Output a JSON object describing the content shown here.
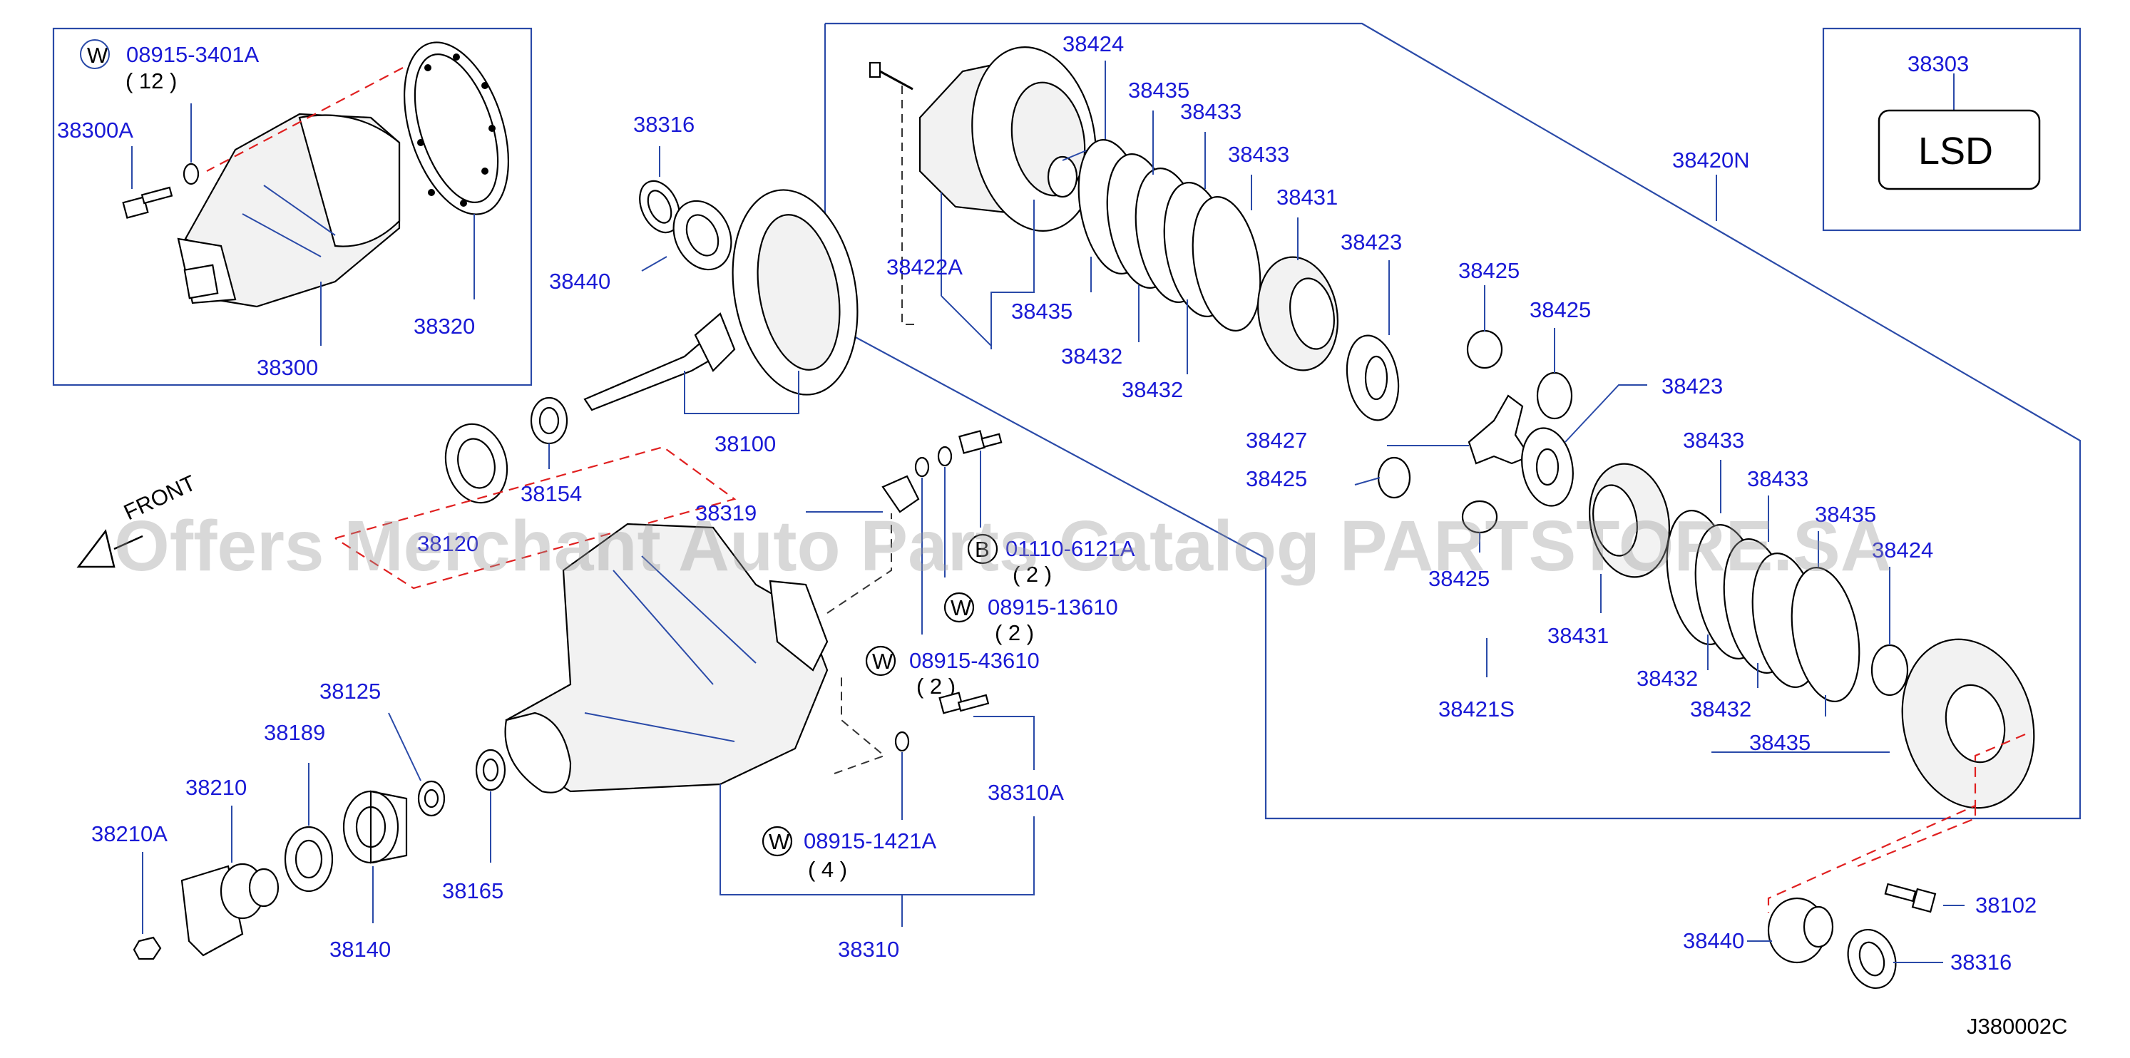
{
  "labels": {
    "p38300A": "38300A",
    "w1": "08915-3401A",
    "q1": "( 12 )",
    "p38320": "38320",
    "p38300": "38300",
    "p38316a": "38316",
    "p38440a": "38440",
    "p38100": "38100",
    "p38154": "38154",
    "p38120": "38120",
    "p38424a": "38424",
    "p38422A": "38422A",
    "p38435a": "38435",
    "p38433a": "38433",
    "p38433b": "38433",
    "p38435b": "38435",
    "p38432a": "38432",
    "p38432b": "38432",
    "p38431a": "38431",
    "p38423a": "38423",
    "p38425a": "38425",
    "p38425b": "38425",
    "p38427": "38427",
    "p38425c": "38425",
    "p38425d": "38425",
    "p38423b": "38423",
    "p38433c": "38433",
    "p38433d": "38433",
    "p38435c": "38435",
    "p38424b": "38424",
    "p38431b": "38431",
    "p38432c": "38432",
    "p38432d": "38432",
    "p38435d": "38435",
    "p38421S": "38421S",
    "p38420N": "38420N",
    "p38303": "38303",
    "lsd": "LSD",
    "p38319": "38319",
    "b1": "01110-6121A",
    "q2": "( 2 )",
    "w2": "08915-13610",
    "q3": "( 2 )",
    "w3": "08915-43610",
    "q4": "( 2 )",
    "p38125": "38125",
    "p38189": "38189",
    "p38210": "38210",
    "p38210A": "38210A",
    "p38140": "38140",
    "p38165": "38165",
    "p38310A": "38310A",
    "w4": "08915-1421A",
    "q5": "( 4 )",
    "p38310": "38310",
    "p38440b": "38440",
    "p38102": "38102",
    "p38316b": "38316",
    "code": "J380002C",
    "front": "FRONT",
    "watermark": "Offers Merchant Auto Parts Catalog PARTSTORE.SA",
    "W": "W",
    "B": "B"
  },
  "colors": {
    "label": "#1a1ad6",
    "leader": "#2a4aa8",
    "phantom": "#e02020"
  },
  "icons": [
    "front-arrow-icon",
    "washer-symbol-icon",
    "bolt-symbol-icon"
  ]
}
